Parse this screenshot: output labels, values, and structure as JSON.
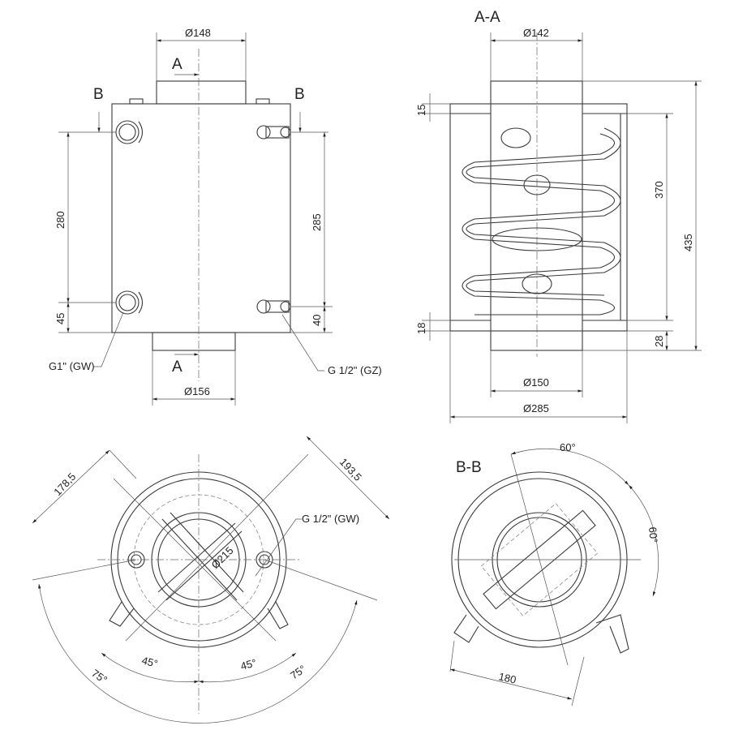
{
  "front_view": {
    "section_a_top": "A",
    "section_a_bottom": "A",
    "section_b_left": "B",
    "section_b_right": "B",
    "dim_top_pipe": "Ø148",
    "dim_bottom_pipe": "Ø156",
    "dim_left_upper": "280",
    "dim_left_lower": "45",
    "dim_right_upper": "285",
    "dim_right_lower": "40",
    "label_left_fitting": "G1\" (GW)",
    "label_right_fitting": "G 1/2\" (GZ)"
  },
  "section_aa": {
    "title": "A-A",
    "dim_inner_top": "Ø142",
    "dim_top_flange": "15",
    "dim_coil_height": "370",
    "dim_total_height": "435",
    "dim_bottom_flange": "18",
    "dim_bottom_pipe": "28",
    "dim_inner_bottom": "Ø150",
    "dim_outer": "Ø285"
  },
  "top_view": {
    "dim_left_diag": "178,5",
    "dim_right_diag": "193,5",
    "label_fitting": "G 1/2\" (GW)",
    "dim_circle": "Ø215",
    "angle_left_outer": "75°",
    "angle_left_inner": "45°",
    "angle_right_inner": "45°",
    "angle_right_outer": "75°"
  },
  "section_bb": {
    "title": "B-B",
    "angle_top": "60°",
    "angle_right": "60°",
    "dim_bottom": "180"
  }
}
